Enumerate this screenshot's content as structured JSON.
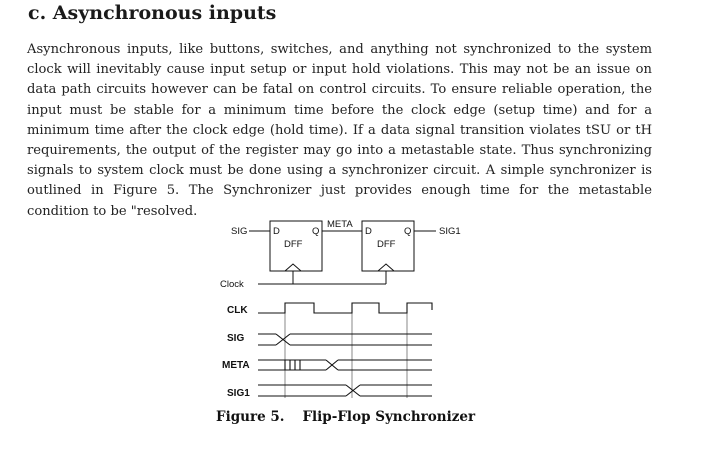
{
  "section": {
    "heading": "c. Asynchronous inputs"
  },
  "paragraph": "Asynchronous inputs, like buttons, switches, and anything not synchronized to the system clock will inevitably cause input setup or input hold violations. This may not be an issue on data path circuits however can be fatal on control circuits. To ensure reliable operation, the input must be stable for a minimum time before the clock edge (setup time) and for a minimum time after the clock edge (hold time). If a data signal transition violates tSU or tH requirements, the output of the register may go into a metastable state. Thus synchronizing signals to system clock must be done using a synchronizer circuit. A simple synchronizer is outlined in Figure 5. The Synchronizer just provides enough time for the metastable condition to be \"resolved.",
  "figure": {
    "number": "Figure 5.",
    "caption": "Flip-Flop Synchronizer",
    "schematic": {
      "input_label": "SIG",
      "middle_label": "META",
      "output_label": "SIG1",
      "clock_label": "Clock",
      "ff1": {
        "d": "D",
        "q": "Q",
        "name": "DFF"
      },
      "ff2": {
        "d": "D",
        "q": "Q",
        "name": "DFF"
      }
    },
    "timing_labels": [
      "CLK",
      "SIG",
      "META",
      "SIG1"
    ]
  }
}
